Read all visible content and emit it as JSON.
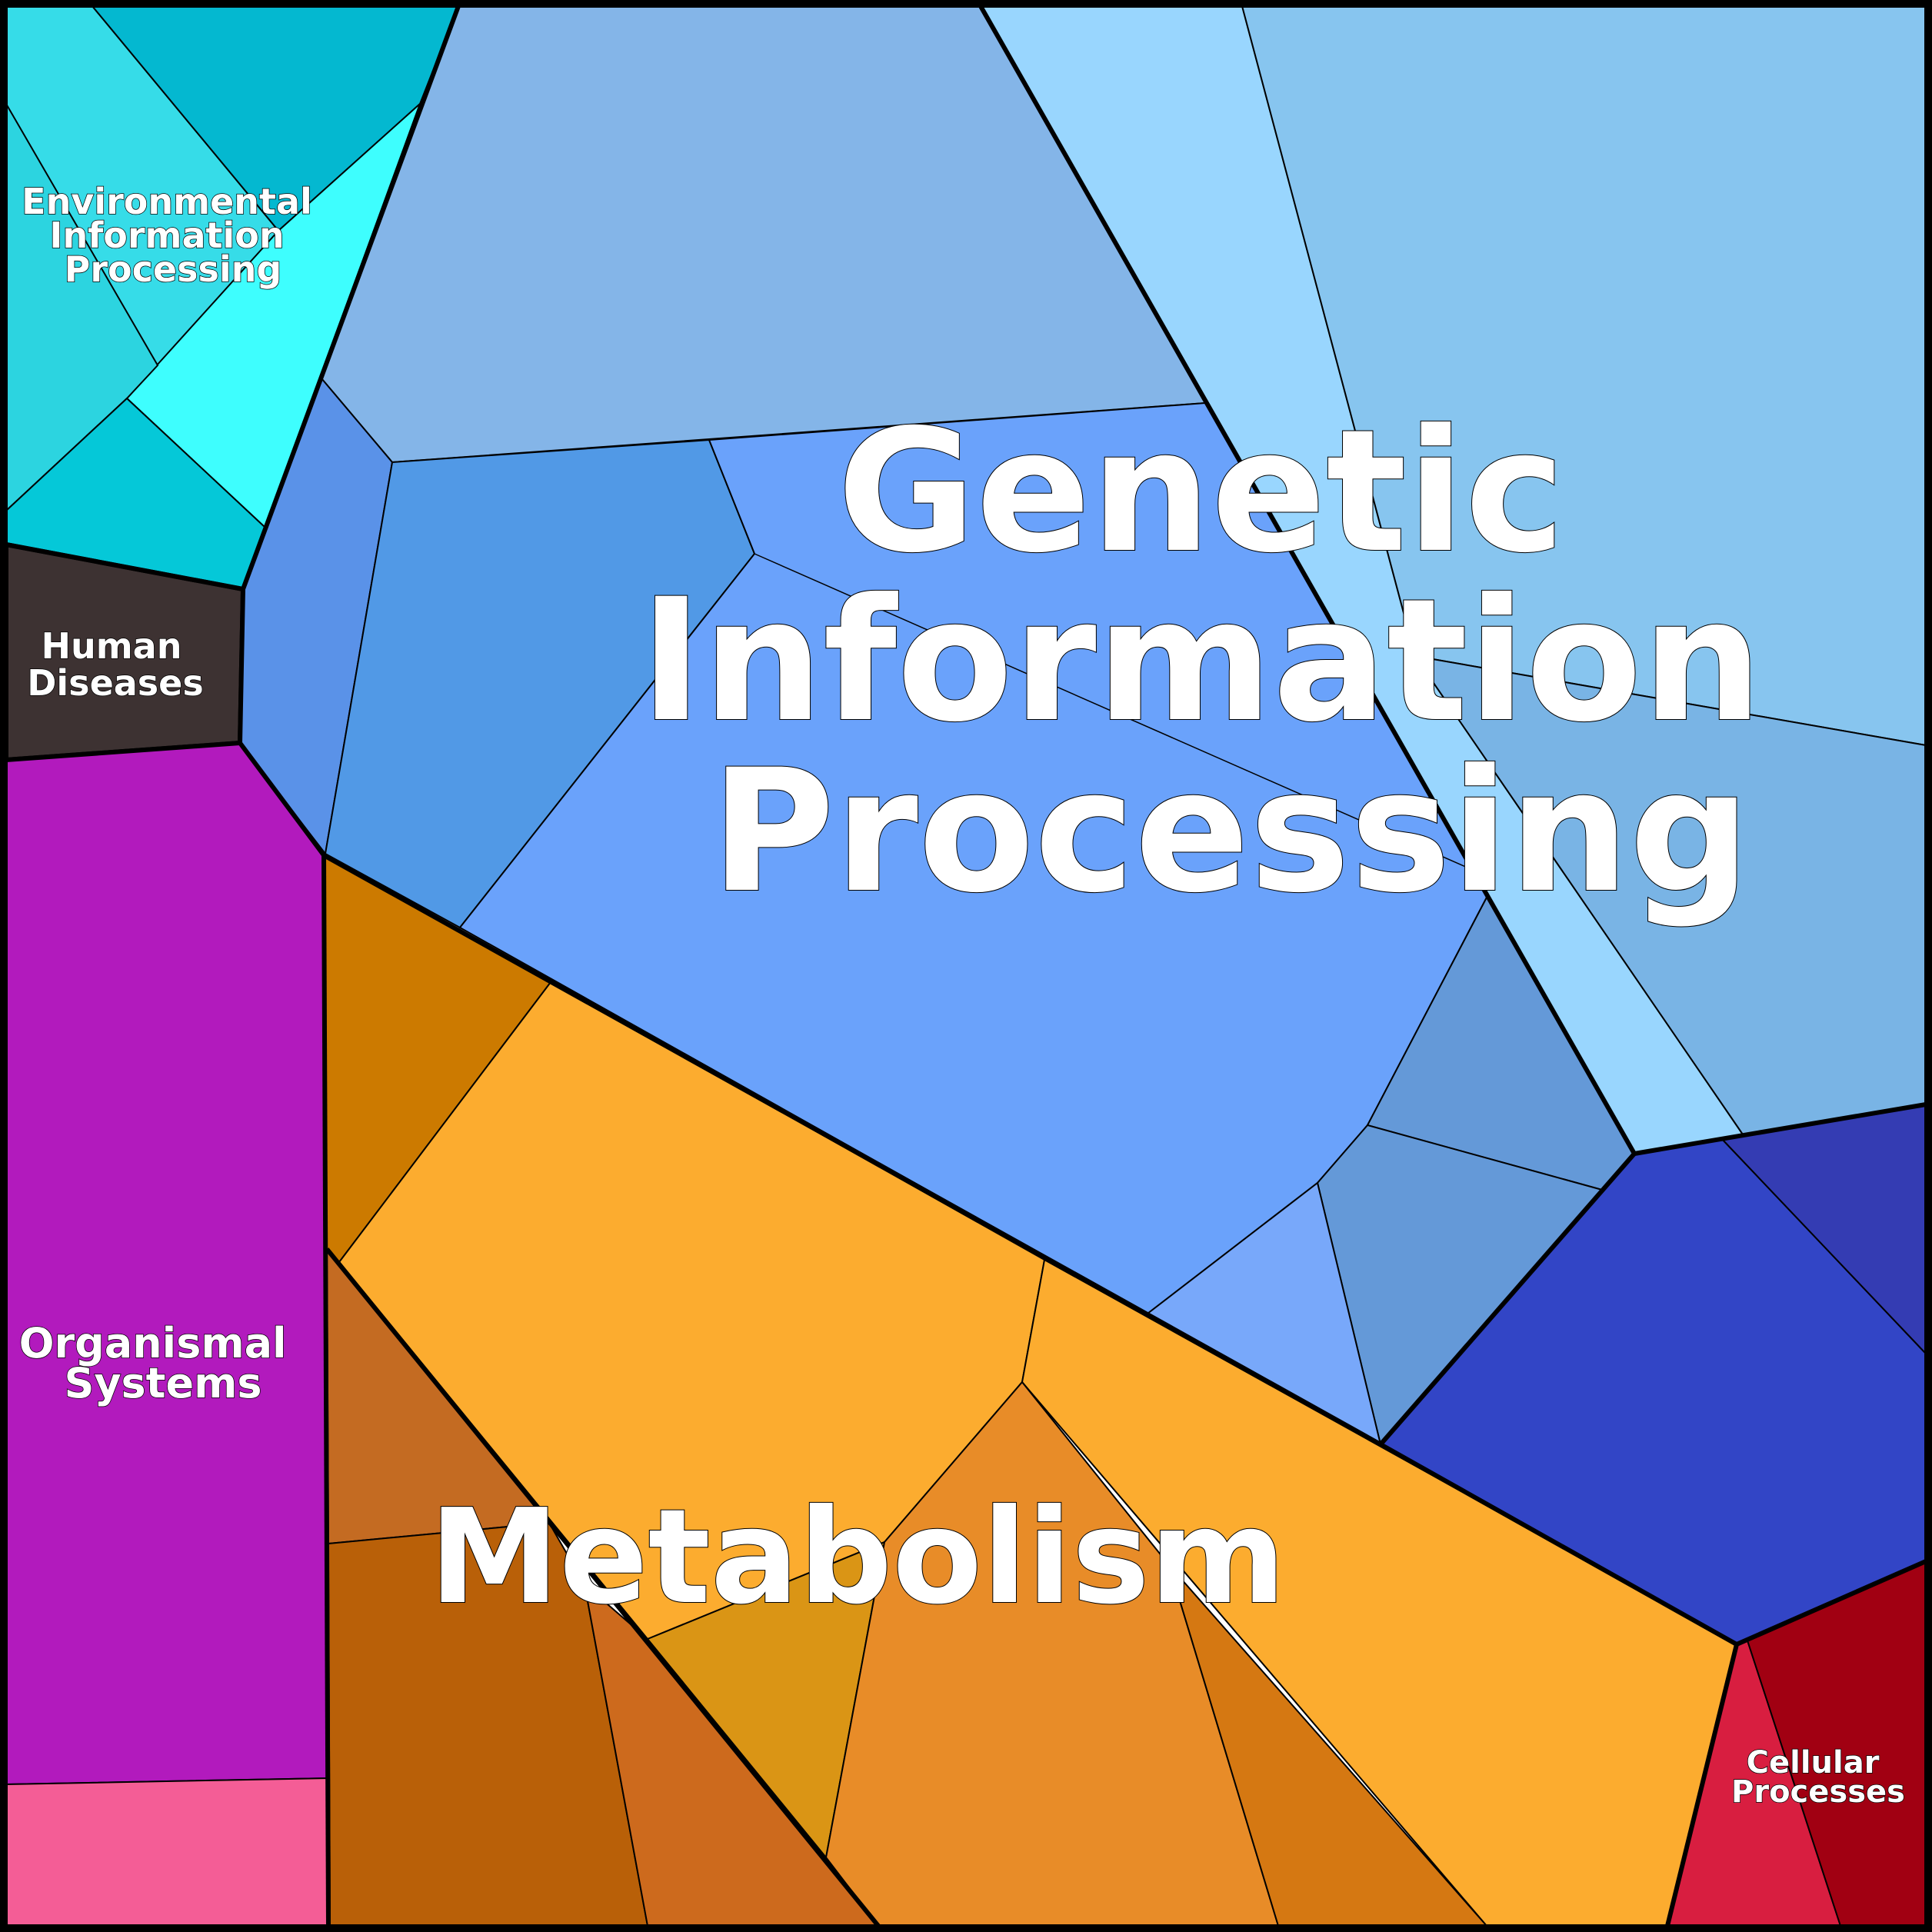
{
  "categories": [
    {
      "id": "genetic",
      "label_lines": [
        "Genetic",
        "Information",
        "Processing"
      ],
      "color": "#6ba3fb"
    },
    {
      "id": "metabolism",
      "label_lines": [
        "Metabolism"
      ],
      "color": "#fcac2f"
    },
    {
      "id": "environmental",
      "label_lines": [
        "Environmental",
        "Information",
        "Processing"
      ],
      "color": "#36dce8"
    },
    {
      "id": "human_diseases",
      "label_lines": [
        "Human",
        "Diseases"
      ],
      "color": "#3d3232"
    },
    {
      "id": "organismal",
      "label_lines": [
        "Organismal",
        "Systems"
      ],
      "color": "#b21abd"
    },
    {
      "id": "cellular",
      "label_lines": [
        "Cellular",
        "Processes"
      ],
      "color": "#d81e40"
    }
  ]
}
